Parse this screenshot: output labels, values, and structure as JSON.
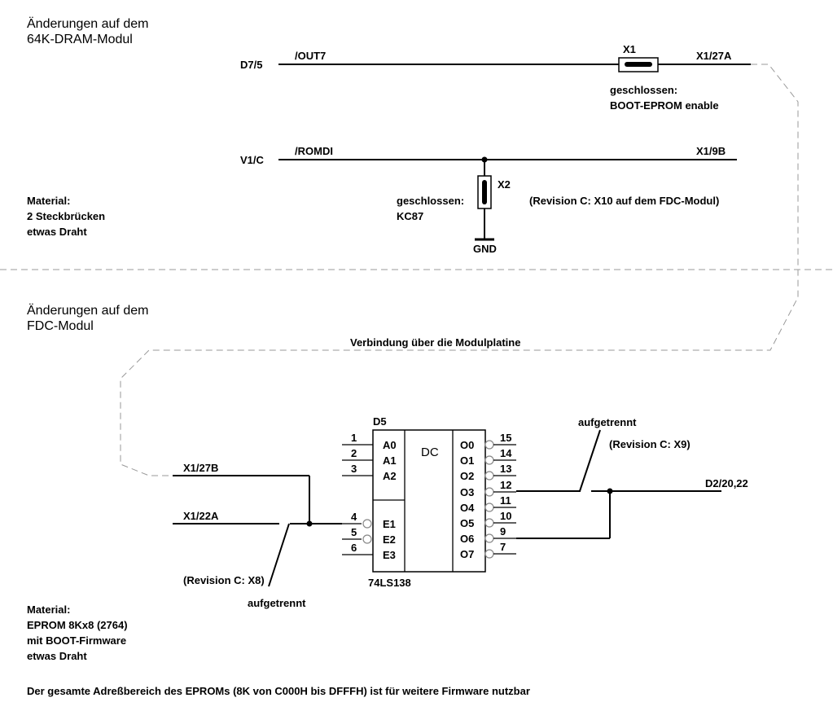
{
  "sections": {
    "dram_title": [
      "Änderungen auf dem",
      "64K-DRAM-Modul"
    ],
    "fdc_title": [
      "Änderungen auf dem",
      "FDC-Modul"
    ]
  },
  "dram": {
    "net1": {
      "left": "D7/5",
      "signal": "/OUT7",
      "right": "X1/27A",
      "jumper": "X1",
      "note": [
        "geschlossen:",
        "BOOT-EPROM enable"
      ]
    },
    "net2": {
      "left": "V1/C",
      "signal": "/ROMDI",
      "right": "X1/9B",
      "jumper": "X2",
      "note": [
        "geschlossen:",
        "KC87"
      ],
      "gnd": "GND",
      "revision": "(Revision C: X10 auf dem FDC-Modul)"
    },
    "material": [
      "Material:",
      "2 Steckbrücken",
      "etwas Draht"
    ]
  },
  "link_label": "Verbindung über die Modulplatine",
  "fdc": {
    "chip_ref": "D5",
    "chip_func": "DC",
    "chip_type": "74LS138",
    "in_pins": [
      {
        "num": "1",
        "name": "A0"
      },
      {
        "num": "2",
        "name": "A1"
      },
      {
        "num": "3",
        "name": "A2"
      },
      {
        "num": "4",
        "name": "E1"
      },
      {
        "num": "5",
        "name": "E2"
      },
      {
        "num": "6",
        "name": "E3"
      }
    ],
    "out_pins": [
      {
        "num": "15",
        "name": "O0"
      },
      {
        "num": "14",
        "name": "O1"
      },
      {
        "num": "13",
        "name": "O2"
      },
      {
        "num": "12",
        "name": "O3"
      },
      {
        "num": "11",
        "name": "O4"
      },
      {
        "num": "10",
        "name": "O5"
      },
      {
        "num": "9",
        "name": "O6"
      },
      {
        "num": "7",
        "name": "O7"
      }
    ],
    "x1_27b": "X1/27B",
    "x1_22a": "X1/22A",
    "rev_x8": "(Revision C: X8)",
    "cut_left": "aufgetrennt",
    "cut_right": "aufgetrennt",
    "rev_x9": "(Revision C: X9)",
    "d2": "D2/20,22",
    "material": [
      "Material:",
      "EPROM 8Kx8 (2764)",
      "mit BOOT-Firmware",
      "etwas Draht"
    ]
  },
  "footer": "Der gesamte Adreßbereich des EPROMs (8K von C000H bis DFFFH) ist für weitere Firmware nutzbar"
}
